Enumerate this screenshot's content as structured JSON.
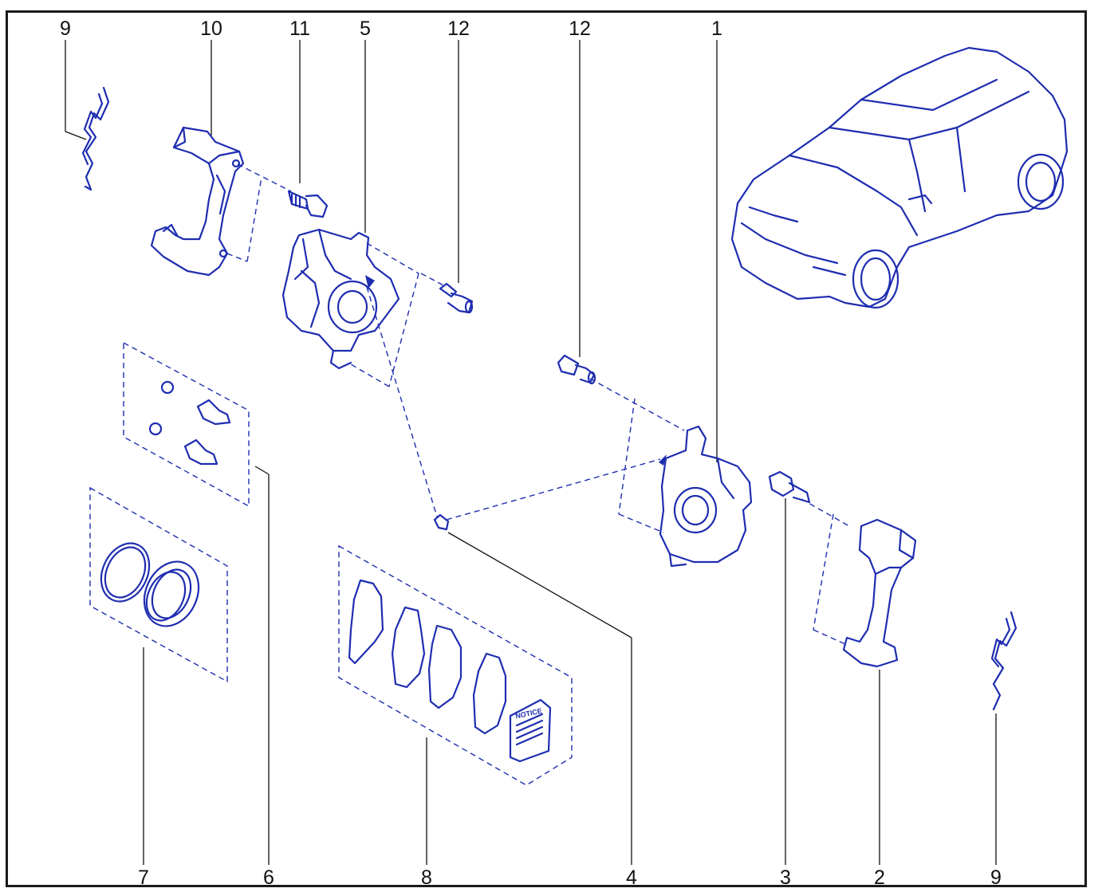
{
  "callouts": {
    "c1": "1",
    "c2": "2",
    "c3": "3",
    "c4": "4",
    "c5": "5",
    "c6": "6",
    "c7": "7",
    "c8": "8",
    "c9_left": "9",
    "c9_right": "9",
    "c10": "10",
    "c11": "11",
    "c12_left": "12",
    "c12_right": "12"
  },
  "notice_label": "NOTICE",
  "colors": {
    "line_art": "#1e2db0",
    "callout": "#111111",
    "frame": "#1a1a1a"
  }
}
